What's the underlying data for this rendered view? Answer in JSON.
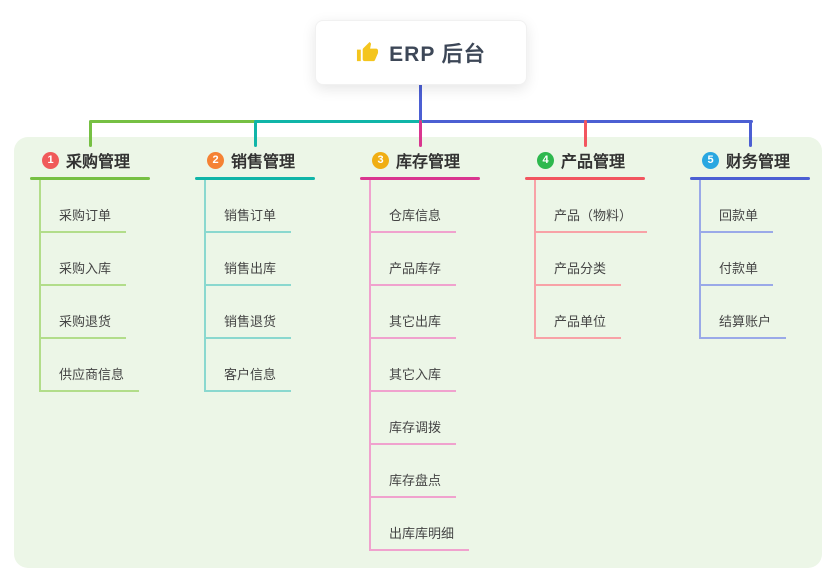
{
  "root": {
    "label": "ERP 后台",
    "icon": "thumbs-up-icon",
    "icon_color": "#f4c51e",
    "text_color": "#3d4757",
    "line_color": "#4c5fd3"
  },
  "colors": {
    "panel_bg": "#ecf6e7",
    "page_bg": "#ffffff"
  },
  "branches": [
    {
      "index": "1",
      "title": "采购管理",
      "circle_color": "#f05a5a",
      "line_color": "#76c043",
      "sub_line_color": "#b2dd8a",
      "children": [
        "采购订单",
        "采购入库",
        "采购退货",
        "供应商信息"
      ]
    },
    {
      "index": "2",
      "title": "销售管理",
      "circle_color": "#f58234",
      "line_color": "#10b5a8",
      "sub_line_color": "#8ad8cf",
      "children": [
        "销售订单",
        "销售出库",
        "销售退货",
        "客户信息"
      ]
    },
    {
      "index": "3",
      "title": "库存管理",
      "circle_color": "#f0ae13",
      "line_color": "#d9368f",
      "sub_line_color": "#f0a2ce",
      "children": [
        "仓库信息",
        "产品库存",
        "其它出库",
        "其它入库",
        "库存调拨",
        "库存盘点",
        "出库库明细"
      ]
    },
    {
      "index": "4",
      "title": "产品管理",
      "circle_color": "#2eb84e",
      "line_color": "#f2555f",
      "sub_line_color": "#f8a2a7",
      "children": [
        "产品（物料）",
        "产品分类",
        "产品单位"
      ]
    },
    {
      "index": "5",
      "title": "财务管理",
      "circle_color": "#29a7e1",
      "line_color": "#4c5fd3",
      "sub_line_color": "#9aa9e8",
      "children": [
        "回款单",
        "付款单",
        "结算账户"
      ]
    }
  ]
}
